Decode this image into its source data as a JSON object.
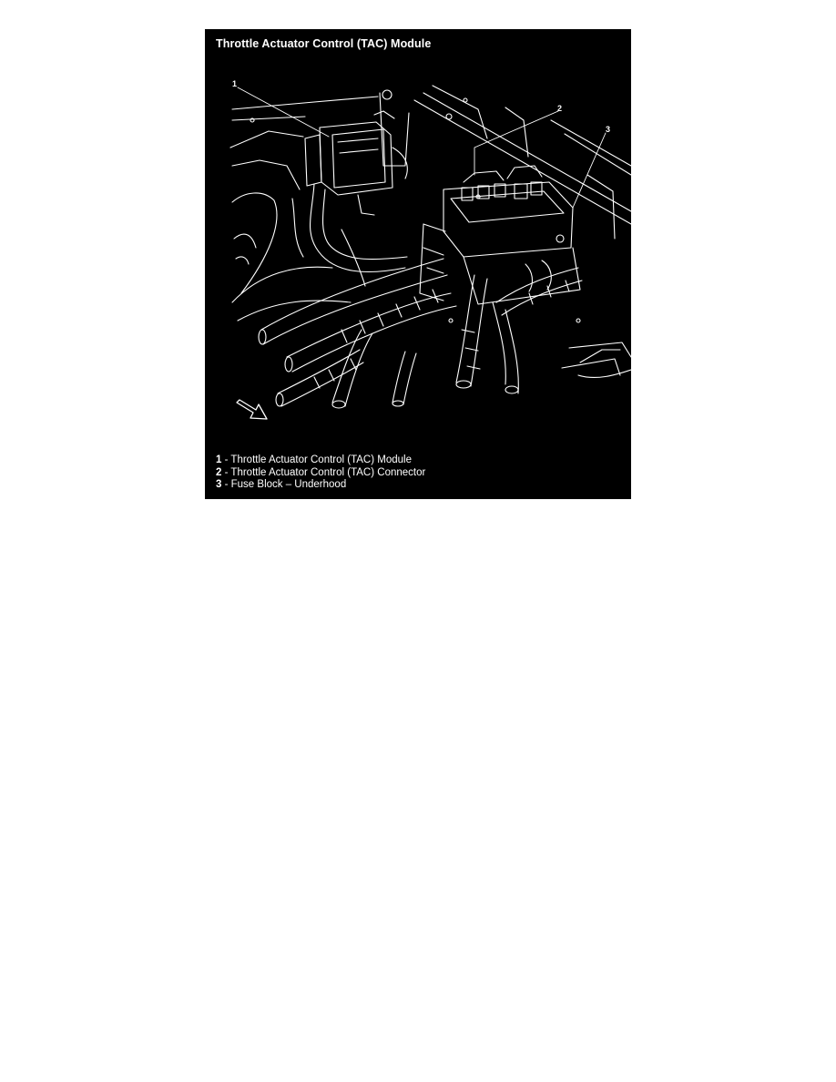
{
  "figure": {
    "title": "Throttle Actuator Control (TAC) Module",
    "callouts": [
      "1",
      "2",
      "3"
    ],
    "legend": [
      {
        "num": "1",
        "sep": " - ",
        "text": "Throttle Actuator Control (TAC) Module"
      },
      {
        "num": "2",
        "sep": " - ",
        "text": "Throttle Actuator Control (TAC) Connector"
      },
      {
        "num": "3",
        "sep": " - ",
        "text": "Fuse Block – Underhood"
      }
    ],
    "colors": {
      "background": "#000000",
      "linework": "#ffffff",
      "page": "#ffffff"
    },
    "icons": [
      "direction-arrow-icon"
    ]
  }
}
